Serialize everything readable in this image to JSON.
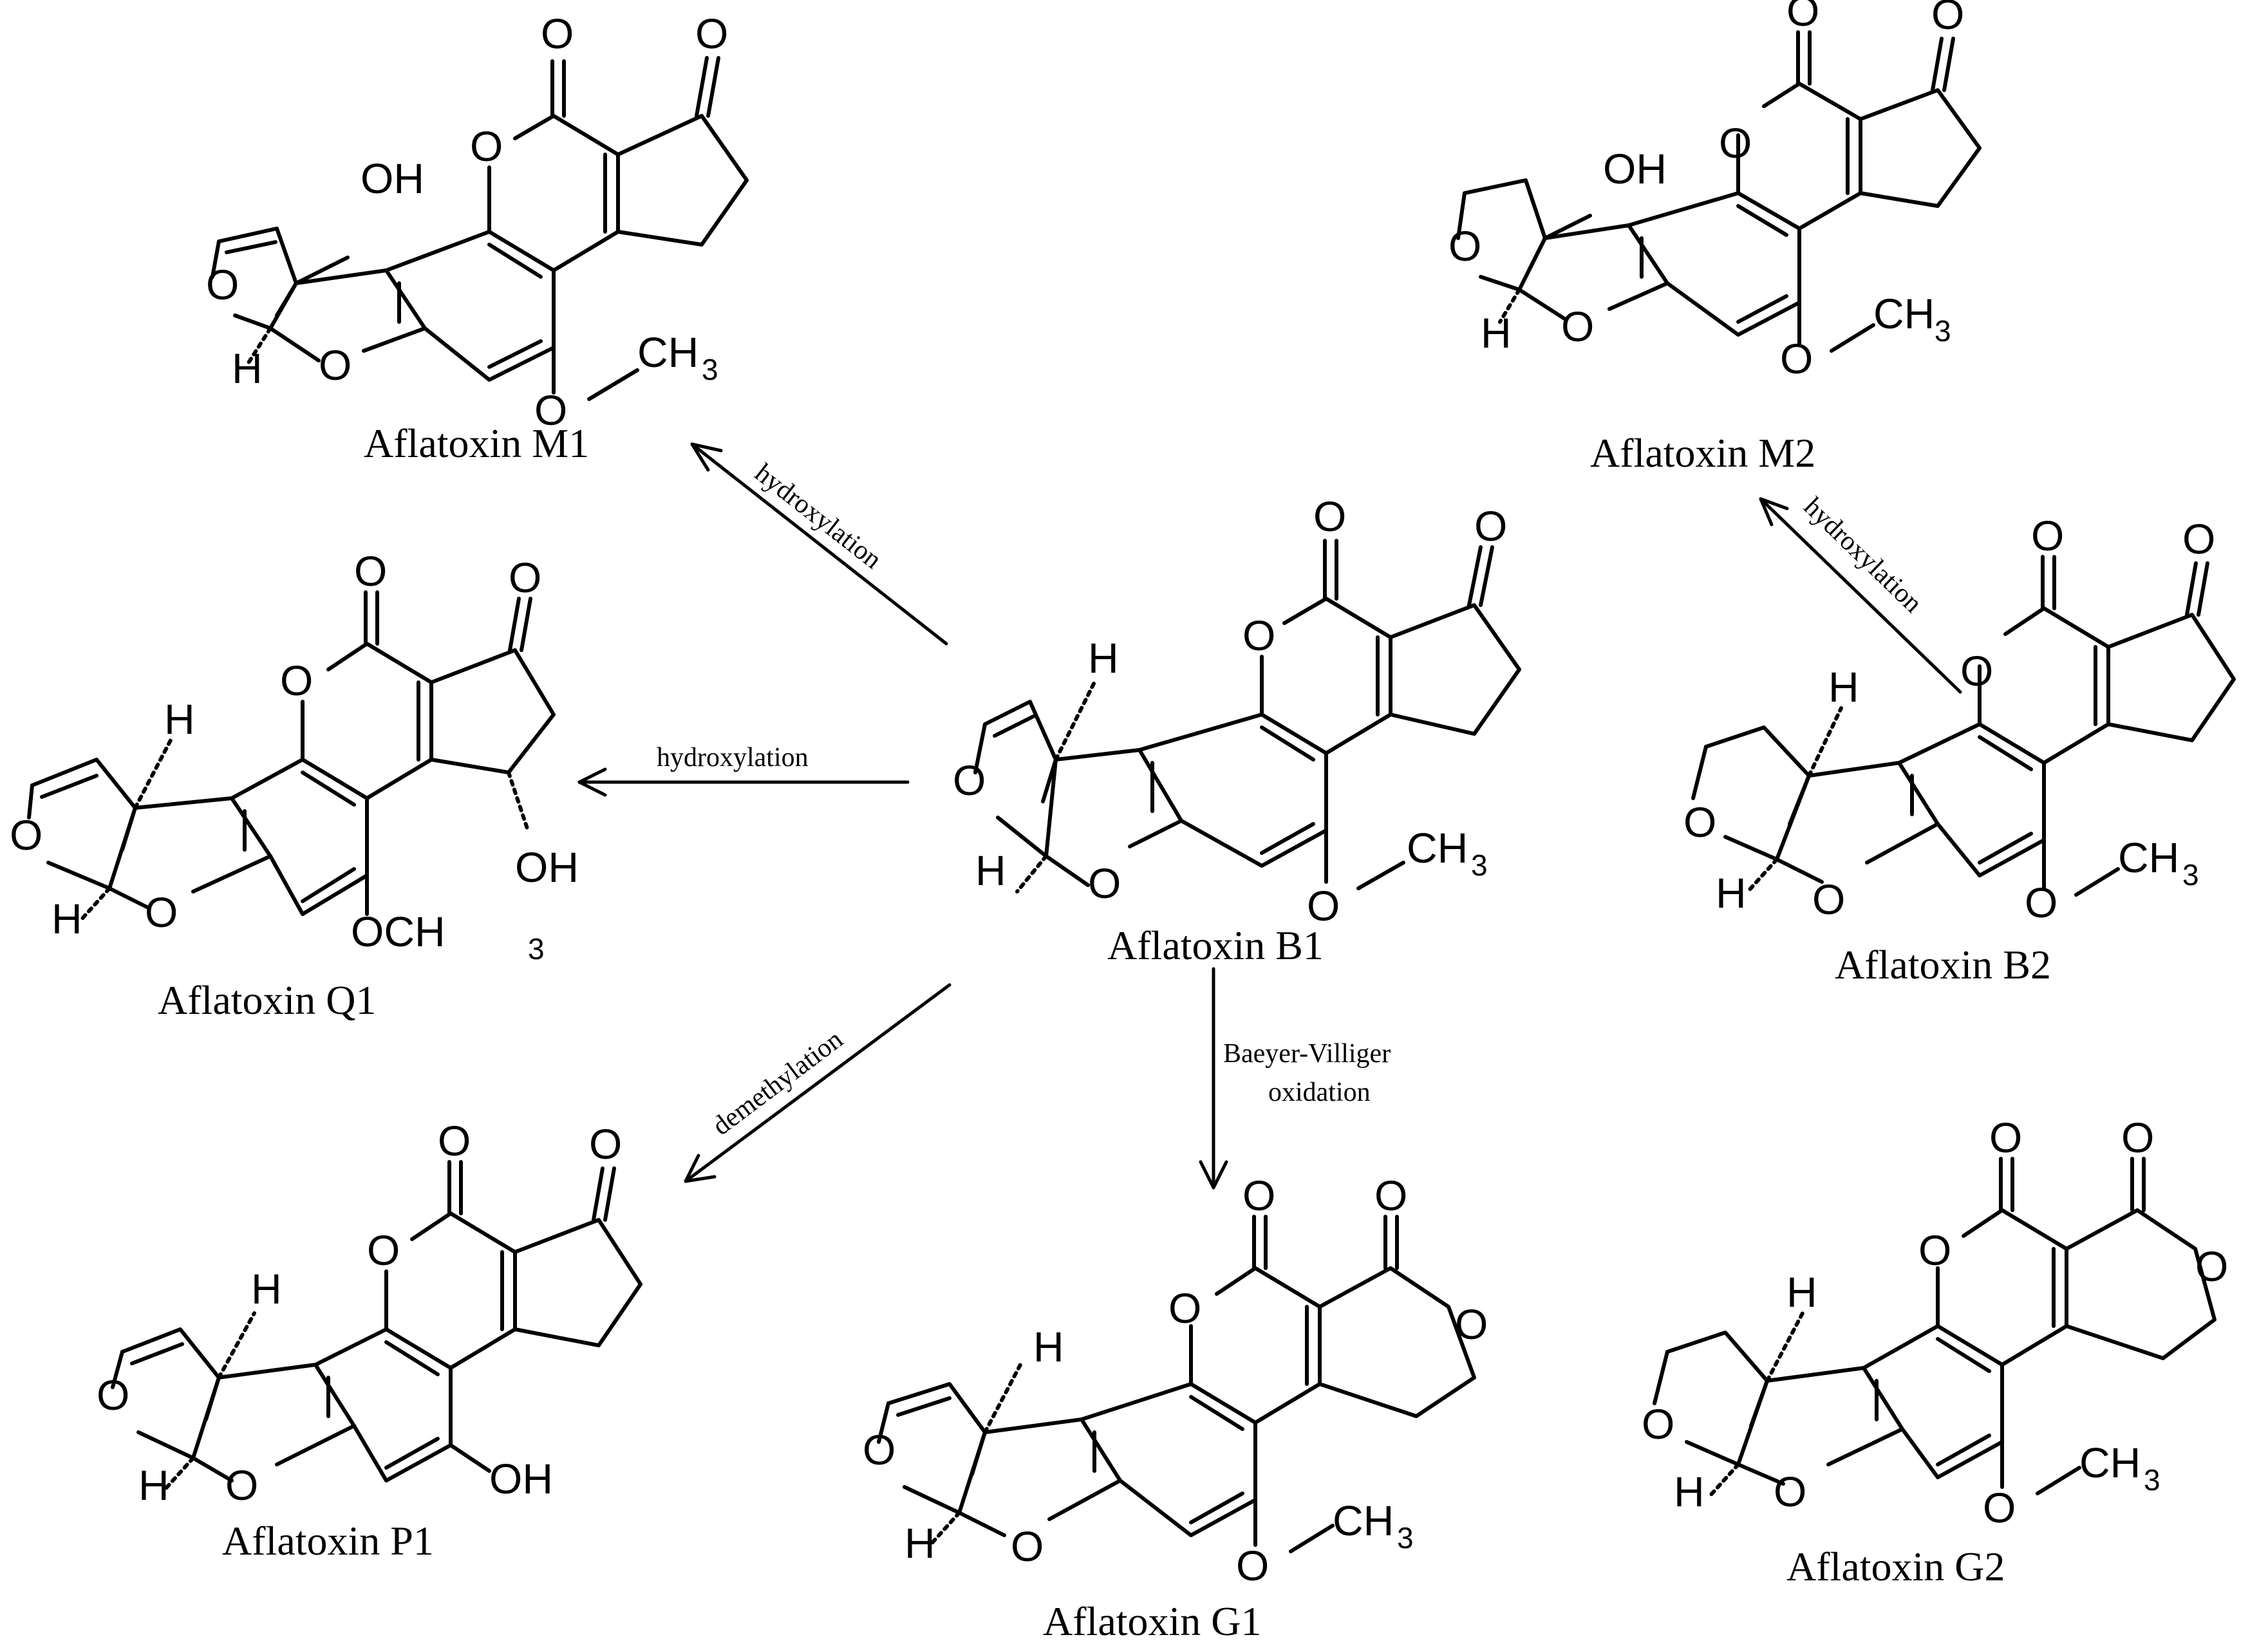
{
  "compounds": {
    "m1": "Aflatoxin M1",
    "m2": "Aflatoxin M2",
    "q1": "Aflatoxin Q1",
    "b1": "Aflatoxin B1",
    "b2": "Aflatoxin B2",
    "p1": "Aflatoxin P1",
    "g1": "Aflatoxin G1",
    "g2": "Aflatoxin G2"
  },
  "reactions": {
    "to_m1": "hydroxylation",
    "to_q1": "hydroxylation",
    "to_m2": "hydroxylation",
    "to_p1": "demethylation",
    "to_g1_line1": "Baeyer-Villiger",
    "to_g1_line2": "oxidation"
  },
  "atoms": {
    "O": "O",
    "H": "H",
    "OH": "OH",
    "OCH": "OCH",
    "CH": "CH",
    "sub3": "3"
  }
}
